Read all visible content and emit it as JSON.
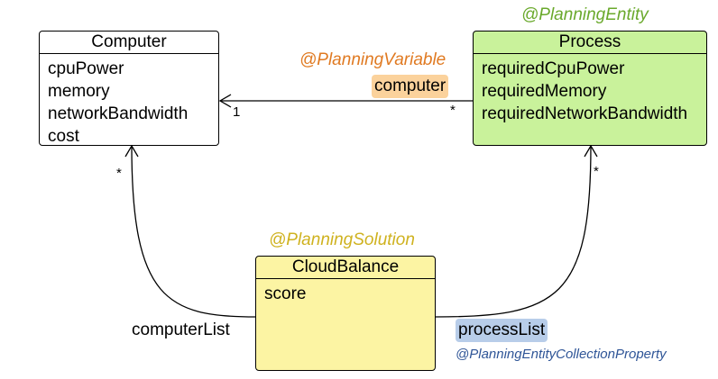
{
  "colors": {
    "planning_entity": "#6aa92c",
    "planning_variable": "#e07a22",
    "planning_solution": "#cfb21f",
    "collection_property": "#2f5597",
    "process_fill": "#c9f29b",
    "cloudbalance_fill": "#fcf4a3",
    "computer_tag_fill": "#fbd29c",
    "processlist_tag_fill": "#b8cde9"
  },
  "annotations": {
    "planning_entity": "@PlanningEntity",
    "planning_variable": "@PlanningVariable",
    "planning_solution": "@PlanningSolution",
    "collection_property": "@PlanningEntityCollectionProperty"
  },
  "classes": {
    "computer": {
      "name": "Computer",
      "fields": [
        "cpuPower",
        "memory",
        "networkBandwidth",
        "cost"
      ]
    },
    "process": {
      "name": "Process",
      "fields": [
        "requiredCpuPower",
        "requiredMemory",
        "requiredNetworkBandwidth"
      ]
    },
    "cloudbalance": {
      "name": "CloudBalance",
      "fields": [
        "score"
      ]
    }
  },
  "relations": {
    "computer_label": "computer",
    "computer_list_label": "computerList",
    "process_list_label": "processList",
    "mult_one": "1",
    "mult_many": "*"
  }
}
